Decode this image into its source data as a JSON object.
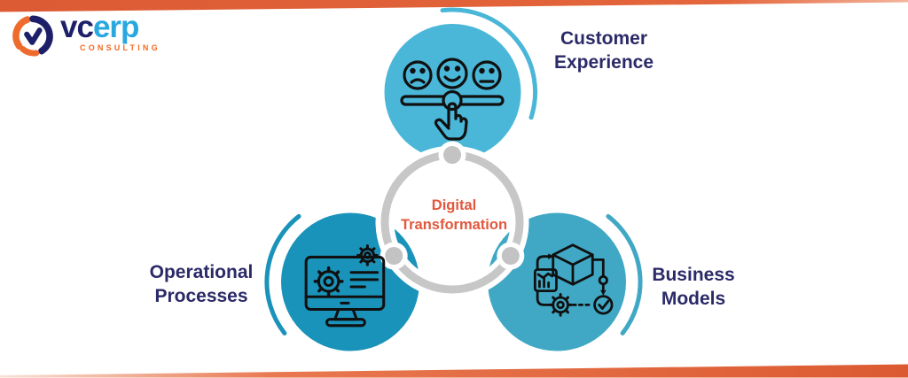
{
  "brand": {
    "name_vc": "vc",
    "name_erp": "erp",
    "subtitle": "CONSULTING",
    "mark_icon": "swirl-globe-icon"
  },
  "diagram": {
    "center": {
      "line1": "Digital",
      "line2": "Transformation"
    },
    "nodes": [
      {
        "id": "customer-experience",
        "label_line1": "Customer",
        "label_line2": "Experience",
        "icon": "feedback-rating-slider-icon",
        "position": "top",
        "circle_color": "#4ab7d8"
      },
      {
        "id": "operational-processes",
        "label_line1": "Operational",
        "label_line2": "Processes",
        "icon": "monitor-gears-icon",
        "position": "bottom-left",
        "circle_color": "#1a93ba"
      },
      {
        "id": "business-models",
        "label_line1": "Business",
        "label_line2": "Models",
        "icon": "process-flow-cube-icon",
        "position": "bottom-right",
        "circle_color": "#40a8c4"
      }
    ]
  },
  "colors": {
    "center_text_orange": "#e2573d",
    "label_navy": "#2b2a68",
    "border_wedge_orange": "#dd5a31",
    "ring_gray": "#c7c7c7",
    "circle_top_blue": "#4ab7d8",
    "circle_left_teal": "#1a93ba",
    "circle_right_teal": "#40a8c4",
    "logo_navy": "#1d2069",
    "logo_blue": "#29a8e0",
    "logo_orange": "#f26a21"
  }
}
